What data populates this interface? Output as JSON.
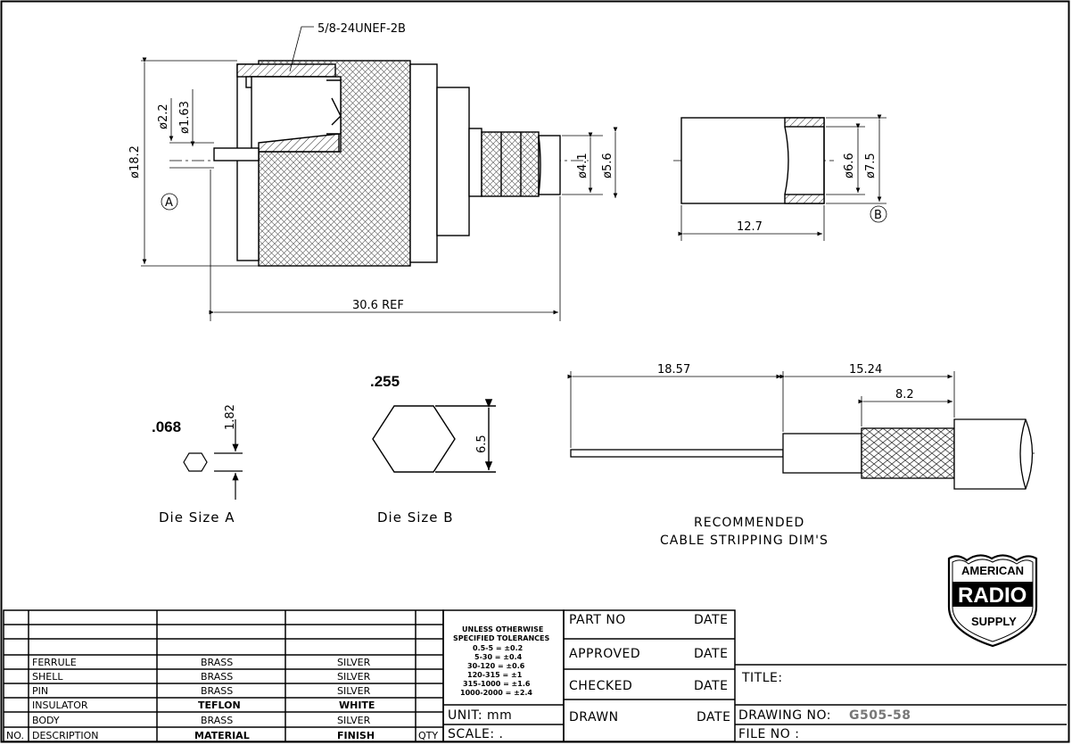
{
  "thread_callout": "5/8-24UNEF-2B",
  "connector_dims": {
    "d18_2": "ø18.2",
    "d2_2": "ø2.2",
    "d1_63": "ø1.63",
    "d4_1": "ø4.1",
    "d5_6": "ø5.6",
    "ref_a": "A",
    "overall": "30.6 REF"
  },
  "ferrule_dims": {
    "d6_6": "ø6.6",
    "d7_5": "ø7.5",
    "length": "12.7",
    "ref_b": "B"
  },
  "die_a": {
    "value": ".068",
    "dim": "1.82",
    "caption": "Die Size A"
  },
  "die_b": {
    "value": ".255",
    "dim": "6.5",
    "caption": "Die Size B"
  },
  "stripping": {
    "dim1": "18.57",
    "dim2": "15.24",
    "dim3": "8.2",
    "caption_line1": "RECOMMENDED",
    "caption_line2": "CABLE STRIPPING DIM'S"
  },
  "logo": {
    "line1": "AMERICAN",
    "line2": "RADIO",
    "line3": "SUPPLY"
  },
  "bom": {
    "rows": [
      {
        "description": "",
        "material": "",
        "finish": ""
      },
      {
        "description": "",
        "material": "",
        "finish": ""
      },
      {
        "description": "",
        "material": "",
        "finish": ""
      },
      {
        "description": "FERRULE",
        "material": "BRASS",
        "finish": "SILVER"
      },
      {
        "description": "SHELL",
        "material": "BRASS",
        "finish": "SILVER"
      },
      {
        "description": "PIN",
        "material": "BRASS",
        "finish": "SILVER"
      },
      {
        "description": "INSULATOR",
        "material": "TEFLON",
        "finish": "WHITE"
      },
      {
        "description": "BODY",
        "material": "BRASS",
        "finish": "SILVER"
      }
    ],
    "headers": {
      "no": "NO.",
      "description": "DESCRIPTION",
      "material": "MATERIAL",
      "finish": "FINISH",
      "qty": "QTY"
    }
  },
  "tolerances": {
    "title1": "UNLESS OTHERWISE",
    "title2": "SPECIFIED TOLERANCES",
    "lines": [
      "0.5-5 = ±0.2",
      "5-30 = ±0.4",
      "30-120 = ±0.6",
      "120-315 = ±1",
      "315-1000 = ±1.6",
      "1000-2000 = ±2.4"
    ]
  },
  "unit": "UNIT:  mm",
  "scale": "SCALE:  .",
  "approvals": {
    "part_no": "PART NO",
    "approved": "APPROVED",
    "checked": "CHECKED",
    "drawn": "DRAWN",
    "date": "DATE"
  },
  "title_label": "TITLE:",
  "drawing_no_label": "DRAWING  NO:",
  "drawing_no": "G505-58",
  "file_no_label": "FILE  NO  :"
}
